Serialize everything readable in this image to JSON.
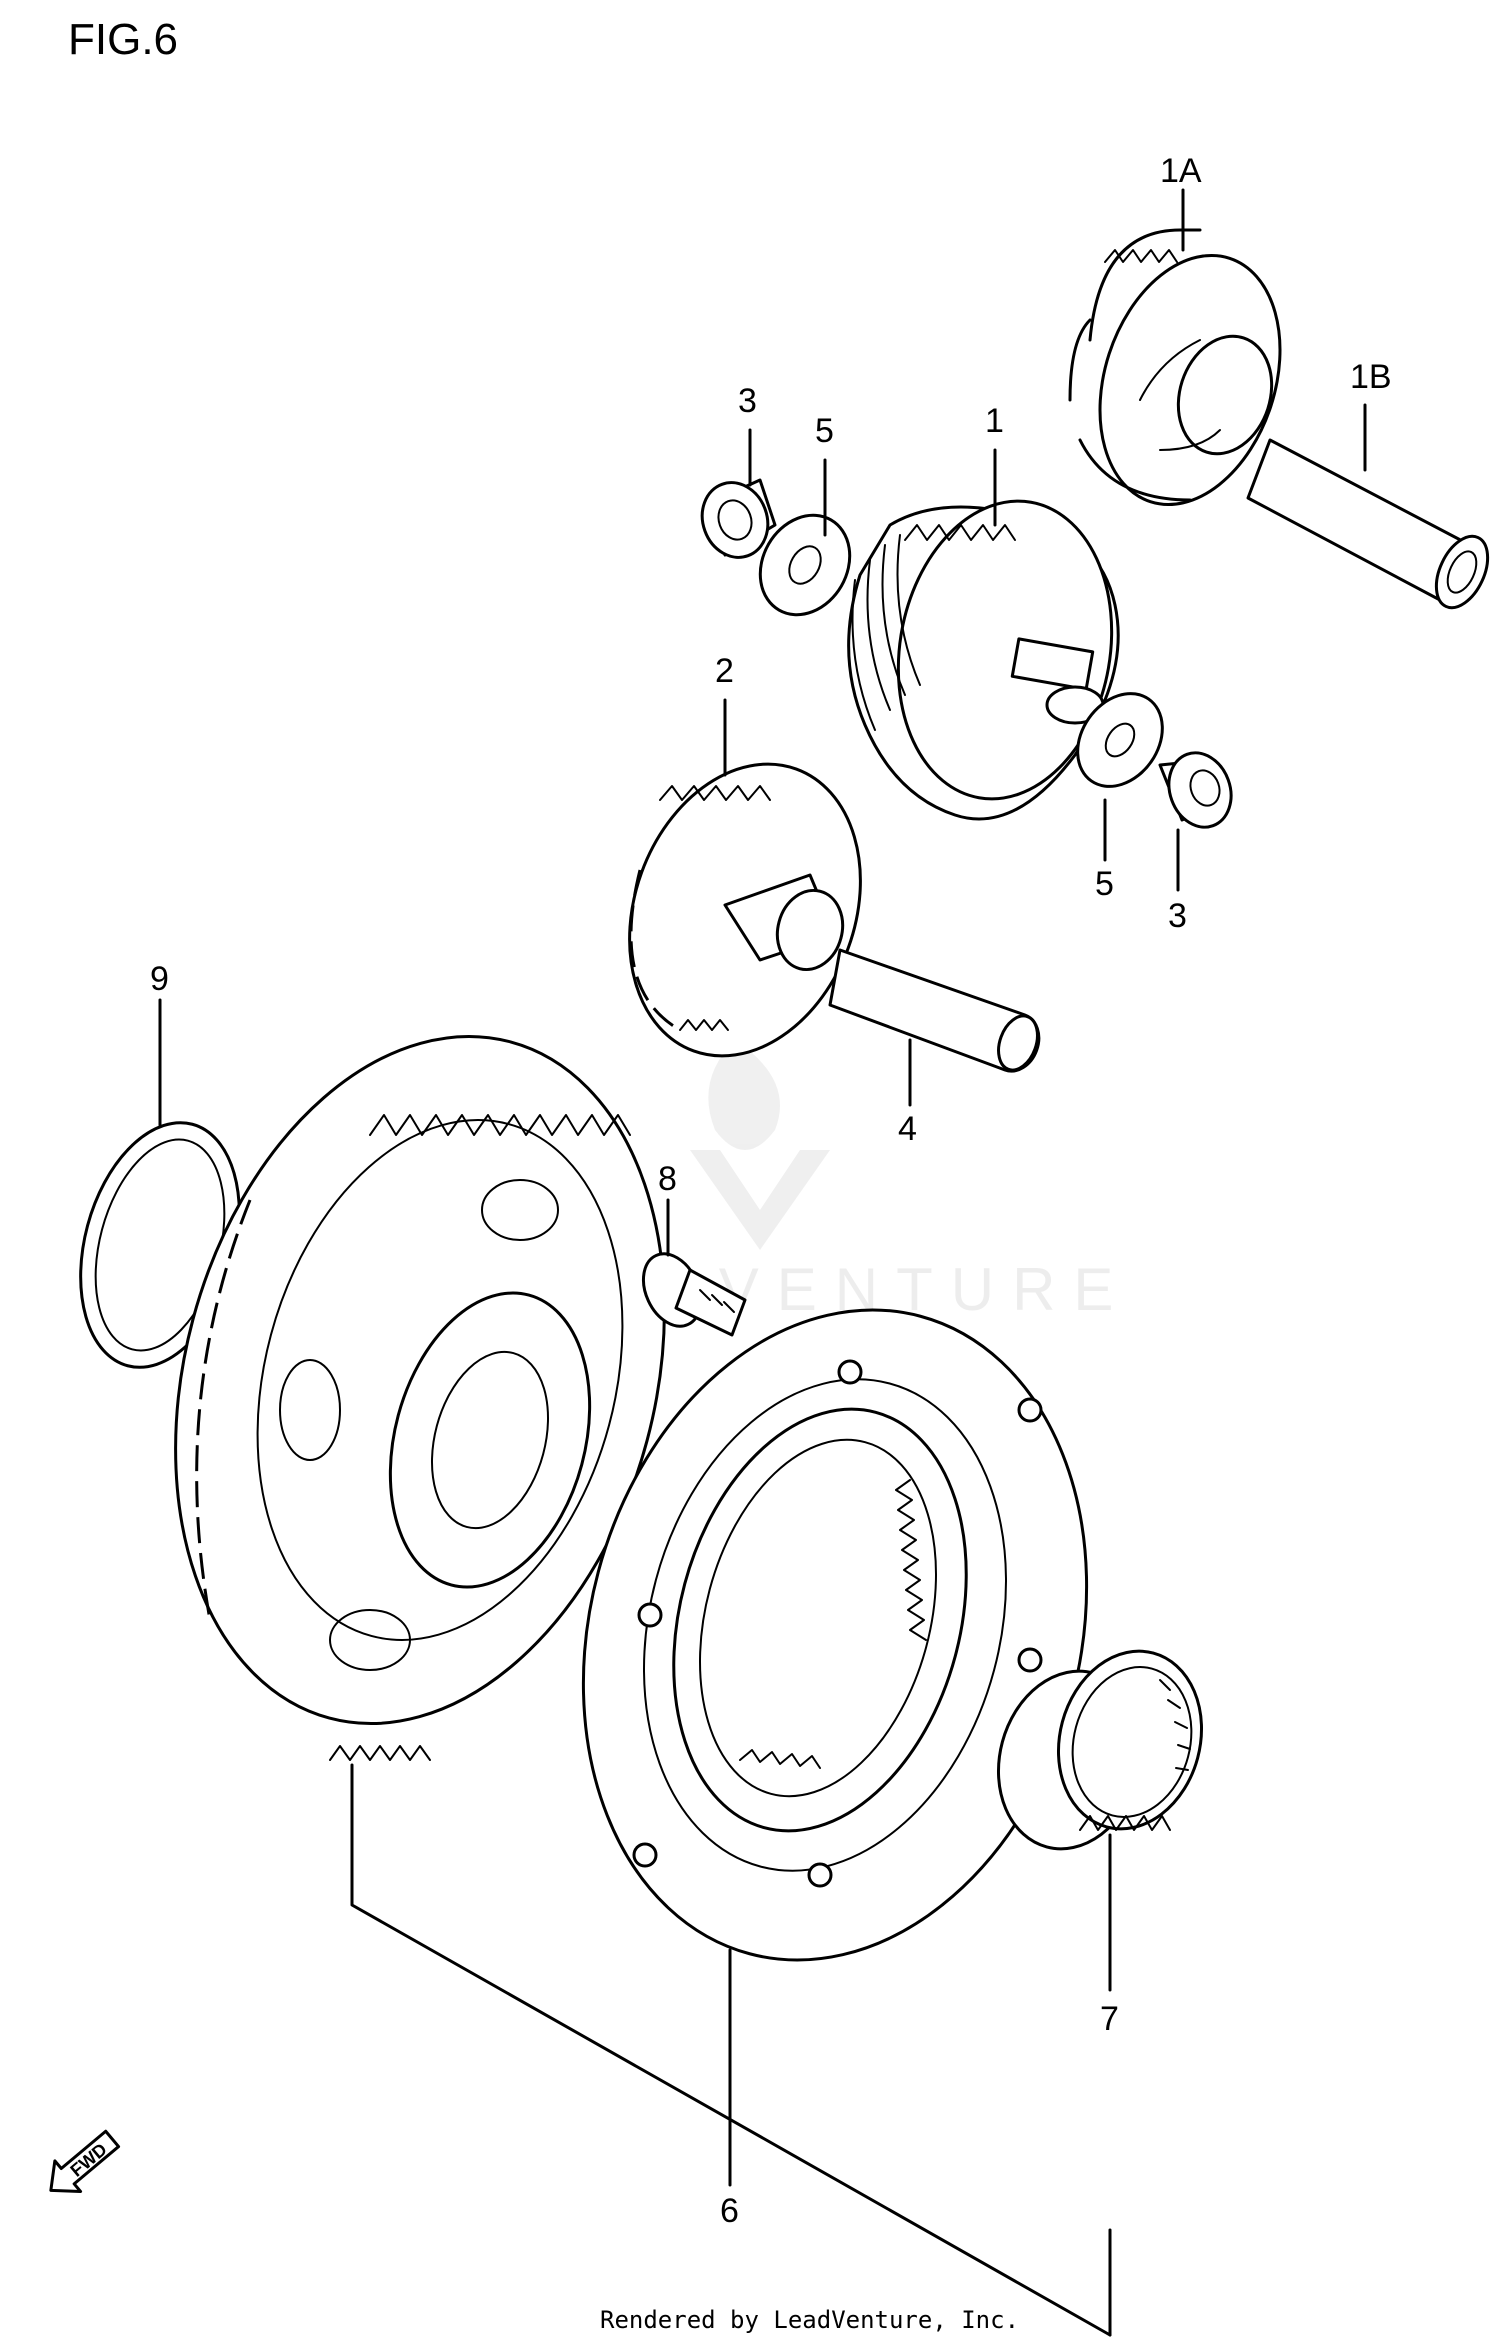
{
  "figure": {
    "title": "FIG.6"
  },
  "callouts": [
    {
      "id": "1A",
      "text": "1A"
    },
    {
      "id": "1B",
      "text": "1B"
    },
    {
      "id": "1",
      "text": "1"
    },
    {
      "id": "3-top",
      "text": "3"
    },
    {
      "id": "5-top",
      "text": "5"
    },
    {
      "id": "2",
      "text": "2"
    },
    {
      "id": "5-bottom",
      "text": "5"
    },
    {
      "id": "3-bottom",
      "text": "3"
    },
    {
      "id": "4",
      "text": "4"
    },
    {
      "id": "9",
      "text": "9"
    },
    {
      "id": "8",
      "text": "8"
    },
    {
      "id": "7",
      "text": "7"
    },
    {
      "id": "6",
      "text": "6"
    }
  ],
  "direction_badge": {
    "text": "FWD"
  },
  "watermark": {
    "text": "LEADVENTURE"
  },
  "footer": {
    "credit": "Rendered by LeadVenture, Inc."
  }
}
